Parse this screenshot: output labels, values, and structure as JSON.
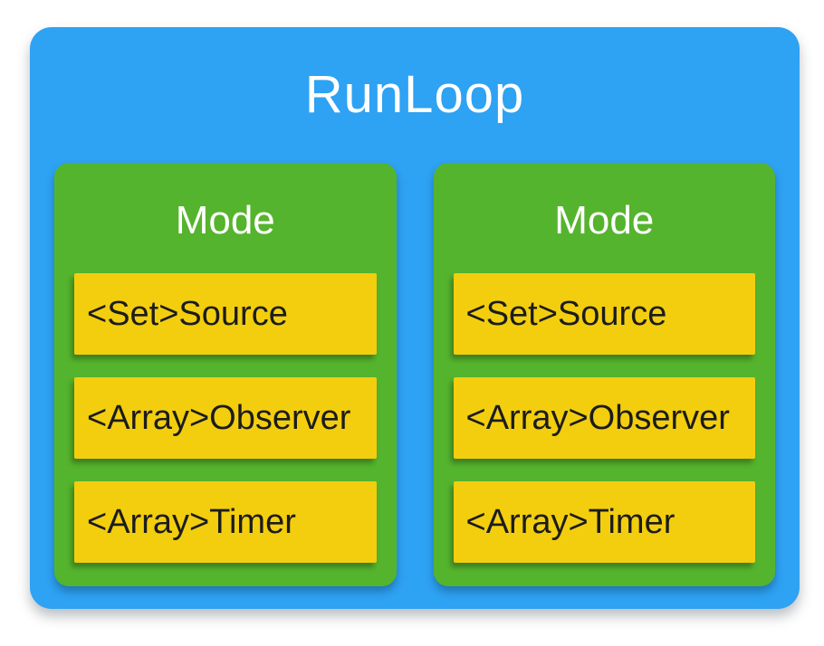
{
  "diagram": {
    "title": "RunLoop",
    "modes": [
      {
        "title": "Mode",
        "items": [
          "<Set>Source",
          "<Array>Observer",
          "<Array>Timer"
        ]
      },
      {
        "title": "Mode",
        "items": [
          "<Set>Source",
          "<Array>Observer",
          "<Array>Timer"
        ]
      }
    ],
    "colors": {
      "runloop_bg": "#2EA2F3",
      "mode_bg": "#55B42D",
      "item_bg": "#F3CE0E",
      "item_text": "#1C1C1C",
      "title_text": "#FFFFFF"
    }
  }
}
